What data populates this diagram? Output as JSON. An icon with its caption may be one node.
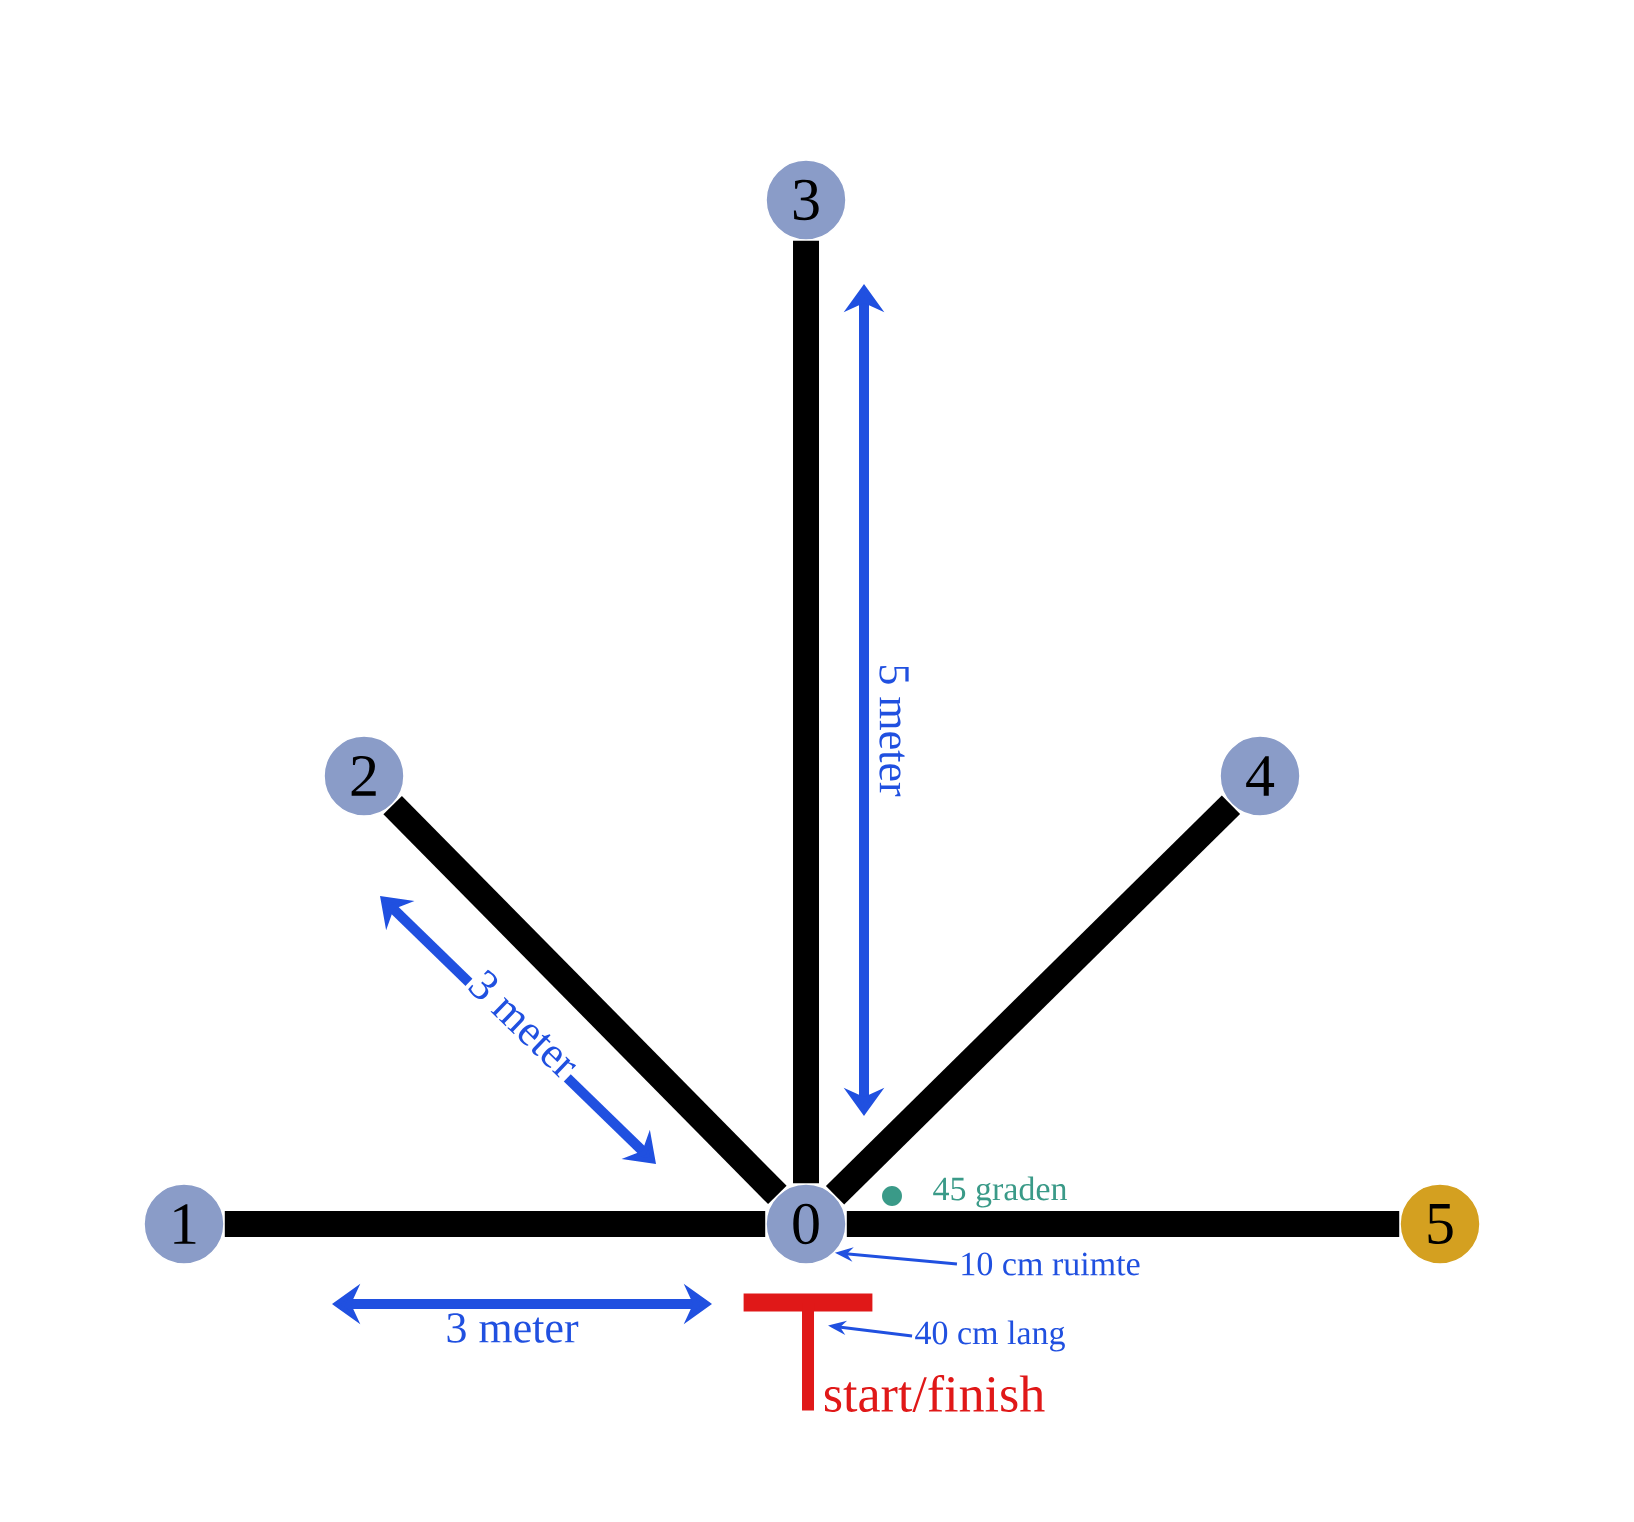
{
  "diagram": {
    "nodes": [
      {
        "text": [
          "0"
        ]
      },
      {
        "text": [
          "1"
        ]
      },
      {
        "text": [
          "2"
        ]
      },
      {
        "text": [
          "3"
        ]
      },
      {
        "text": [
          "4"
        ]
      },
      {
        "text": [
          "5"
        ]
      },
      {
        "text": [],
        "shape": "bar",
        "beside": [
          "start/finish"
        ]
      },
      {
        "text": [
          "10 cm ruimte"
        ]
      },
      {
        "text": [
          "40 cm lang"
        ]
      }
    ],
    "edges": [
      {
        "from": 0,
        "to": 1,
        "arrow": "none"
      },
      {
        "from": 0,
        "to": 2,
        "arrow": "none"
      },
      {
        "from": 0,
        "to": 3,
        "arrow": "none"
      },
      {
        "from": 0,
        "to": 4,
        "arrow": "none"
      },
      {
        "from": 0,
        "to": 5,
        "arrow": "none"
      },
      {
        "from": 7,
        "to": 0,
        "arrow": "to",
        "color": "#2050e0"
      },
      {
        "from": 8,
        "to": 6,
        "arrow": "to",
        "color": "#2050e0"
      }
    ],
    "labels": [
      "5 meter",
      "3 meter",
      "45 graden",
      "3 meter"
    ]
  }
}
